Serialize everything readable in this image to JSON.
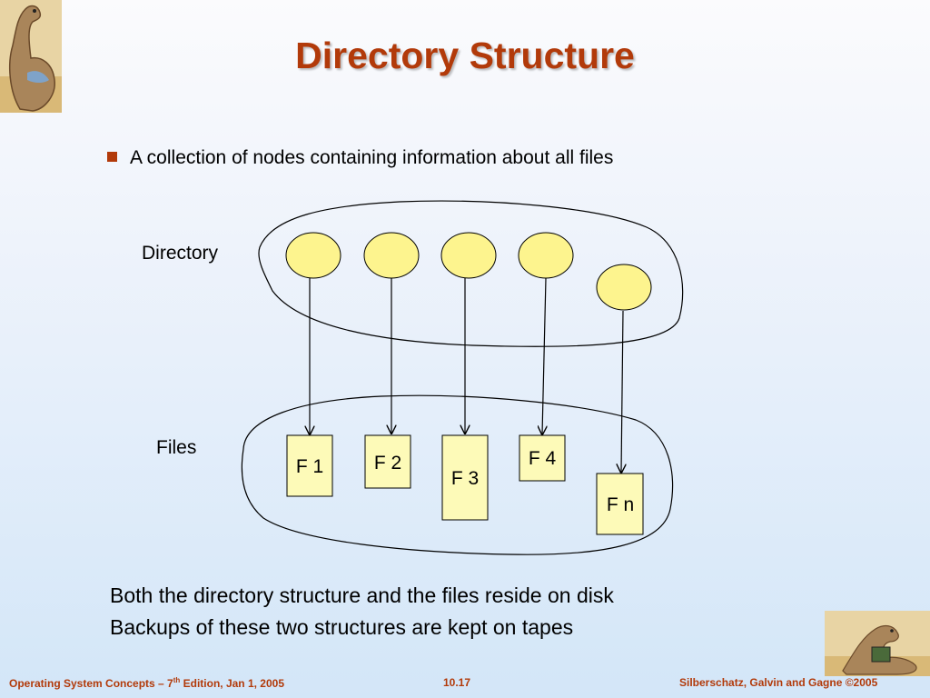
{
  "slide": {
    "title": "Directory Structure",
    "bullet": "A collection of nodes containing information about all files",
    "notes": [
      "Both the directory structure and the files reside on disk",
      "Backups of these two structures are kept on tapes"
    ]
  },
  "diagram": {
    "directory_label": "Directory",
    "files_label": "Files",
    "files": [
      "F 1",
      "F 2",
      "F 3",
      "F 4",
      "F n"
    ],
    "node_color": "#fdf48e",
    "file_color": "#fdfab8"
  },
  "footer": {
    "left_prefix": "Operating System Concepts – 7",
    "left_sup": "th",
    "left_suffix": " Edition, Jan 1, 2005",
    "center": "10.17",
    "right": "Silberschatz, Galvin and Gagne ©2005"
  },
  "colors": {
    "accent": "#b23a0a"
  }
}
